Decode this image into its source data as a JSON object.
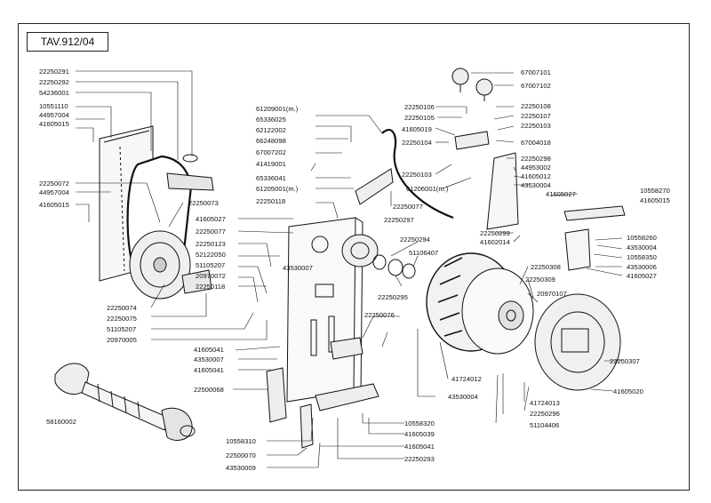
{
  "title": "TAV.912/04",
  "parts": [
    "22250291",
    "22250292",
    "54236001",
    "10551110",
    "44957004",
    "41605015",
    "22250072",
    "44957004",
    "41605015",
    "22250073",
    "22250074",
    "22250075",
    "51105207",
    "20970005",
    "58160002",
    "41605027",
    "22250077",
    "22250123",
    "52122050",
    "51105207",
    "20970072",
    "22250118",
    "43530007",
    "41605041",
    "43530007",
    "41605041",
    "22500068",
    "10558310",
    "22500070",
    "43530009",
    "61209001(m.)",
    "65336025",
    "62122002",
    "66248098",
    "67007202",
    "41419001",
    "65336041",
    "61205001(m.)",
    "22250118",
    "22250077",
    "22250297",
    "22250294",
    "51106407",
    "22250295",
    "22250076",
    "22250106",
    "22250105",
    "41605019",
    "22250104",
    "22250103",
    "61206001(m.)",
    "67007101",
    "67007102",
    "22250108",
    "22250107",
    "22250103",
    "67004018",
    "22250298",
    "44953002",
    "41605012",
    "43530004",
    "41605027",
    "22250299",
    "41602014",
    "10558270",
    "41605015",
    "10558260",
    "43530004",
    "10558350",
    "43530006",
    "41605027",
    "22250308",
    "22250309",
    "20970107",
    "22250307",
    "41605020",
    "41724012",
    "43530004",
    "41724013",
    "22250296",
    "51104406",
    "10558320",
    "41605039",
    "41605041",
    "22250293"
  ]
}
